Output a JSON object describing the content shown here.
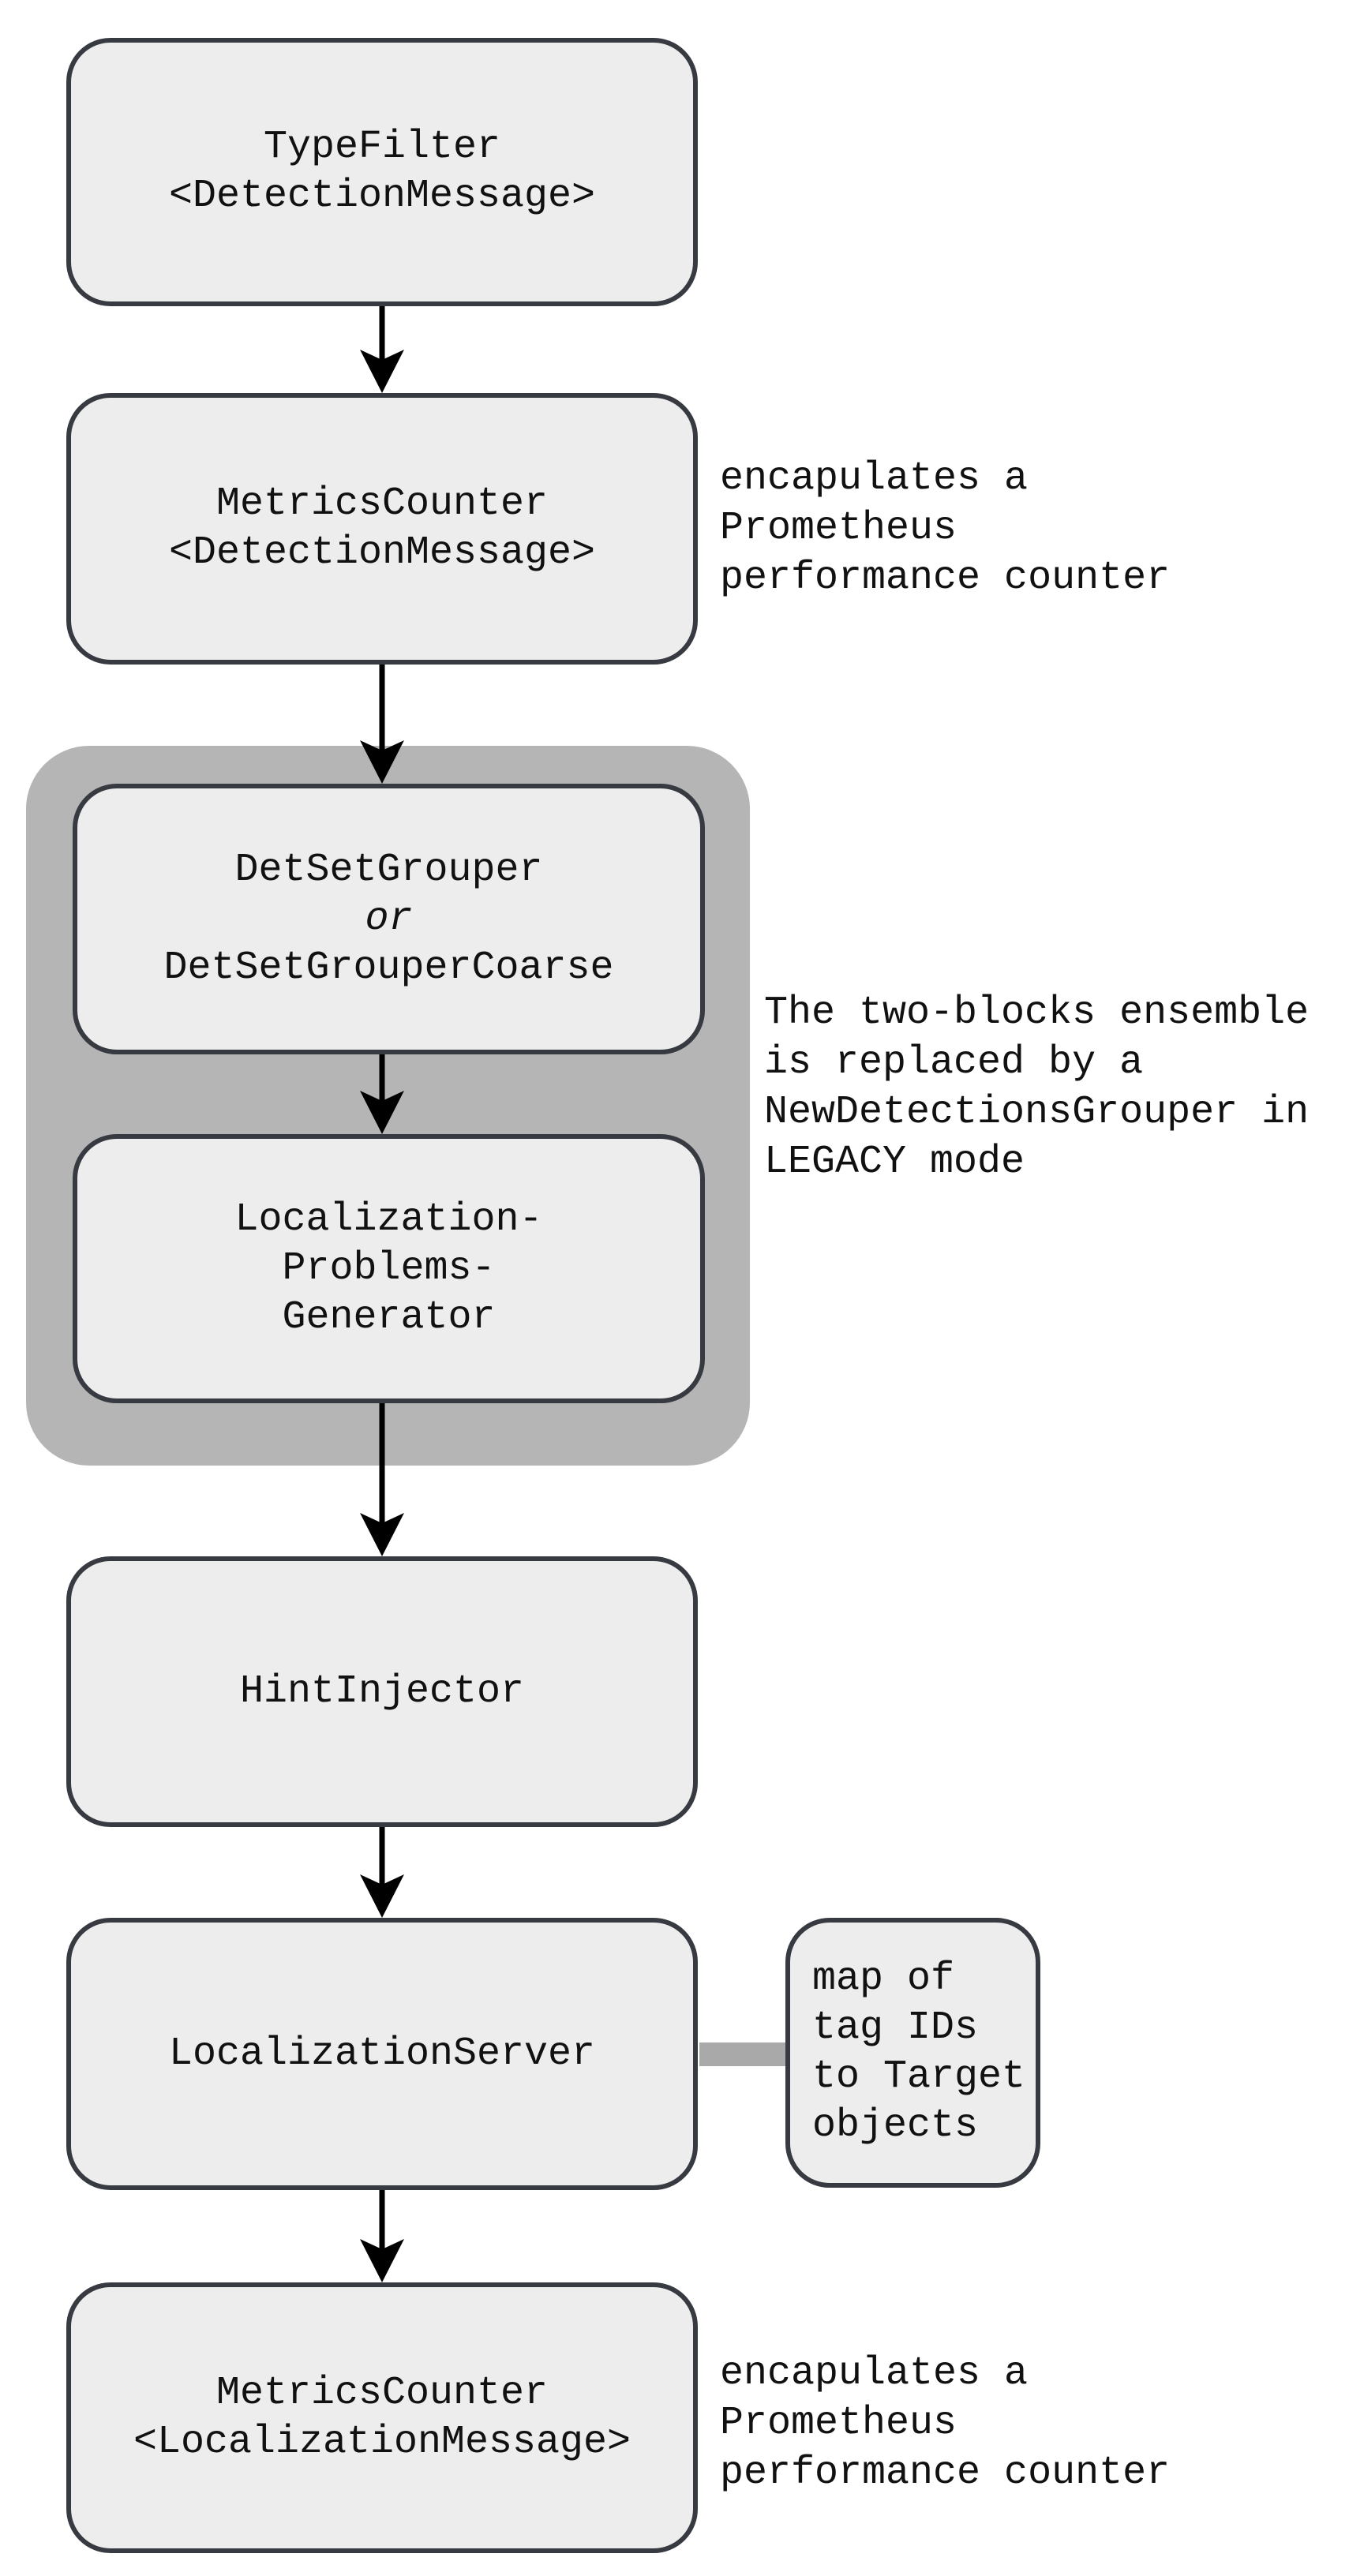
{
  "diagram": {
    "colors": {
      "background": "#ffffff",
      "node_fill": "#ededed",
      "node_border": "#373b41",
      "group_fill": "#b5b5b5",
      "connector_fill": "#a9a9a9",
      "arrow": "#000000",
      "text": "#111111"
    },
    "nodes": {
      "type_filter": {
        "lines": [
          "TypeFilter",
          "<DetectionMessage>"
        ]
      },
      "metrics_counter_detection": {
        "lines": [
          "MetricsCounter",
          "<DetectionMessage>"
        ]
      },
      "det_set_grouper": {
        "lines": [
          "DetSetGrouper",
          "or",
          "DetSetGrouperCoarse"
        ]
      },
      "localization_problems_generator": {
        "lines": [
          "Localization-",
          "Problems-",
          "Generator"
        ]
      },
      "hint_injector": {
        "lines": [
          "HintInjector"
        ]
      },
      "localization_server": {
        "lines": [
          "LocalizationServer"
        ]
      },
      "tag_map": {
        "lines": [
          "map of",
          "tag IDs",
          "to Target",
          "objects"
        ]
      },
      "metrics_counter_localization": {
        "lines": [
          "MetricsCounter",
          "<LocalizationMessage>"
        ]
      }
    },
    "annotations": {
      "prometheus_top": {
        "lines": [
          "encapulates a",
          "Prometheus",
          "performance counter"
        ]
      },
      "legacy_mode": {
        "lines": [
          "The two-blocks ensemble",
          "is replaced by a",
          "NewDetectionsGrouper in",
          "LEGACY mode"
        ]
      },
      "prometheus_bottom": {
        "lines": [
          "encapulates a",
          "Prometheus",
          "performance counter"
        ]
      }
    }
  }
}
